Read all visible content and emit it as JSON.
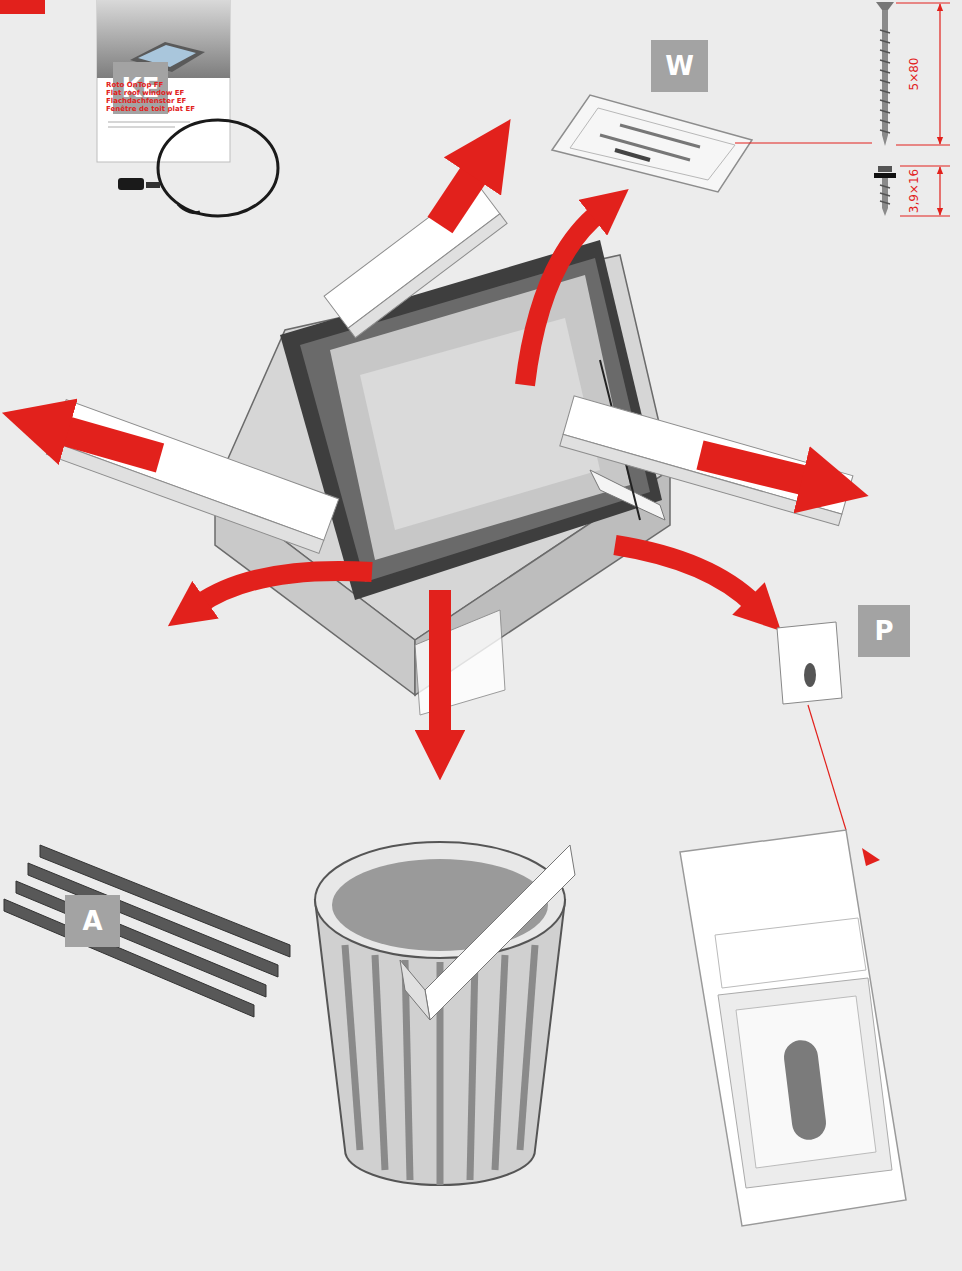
{
  "diagram": {
    "nodes": [
      {
        "text": [
          "W"
        ]
      },
      {
        "text": [
          "KE"
        ]
      },
      {
        "text": [
          "P"
        ]
      },
      {
        "text": [
          "A"
        ]
      }
    ],
    "labels": [
      "Roto OnTop FF",
      "Flat roof window EF",
      "Flachdachfenster EF",
      "Fenêtre de toit plat EF",
      "5×80",
      "3,9×16"
    ]
  }
}
